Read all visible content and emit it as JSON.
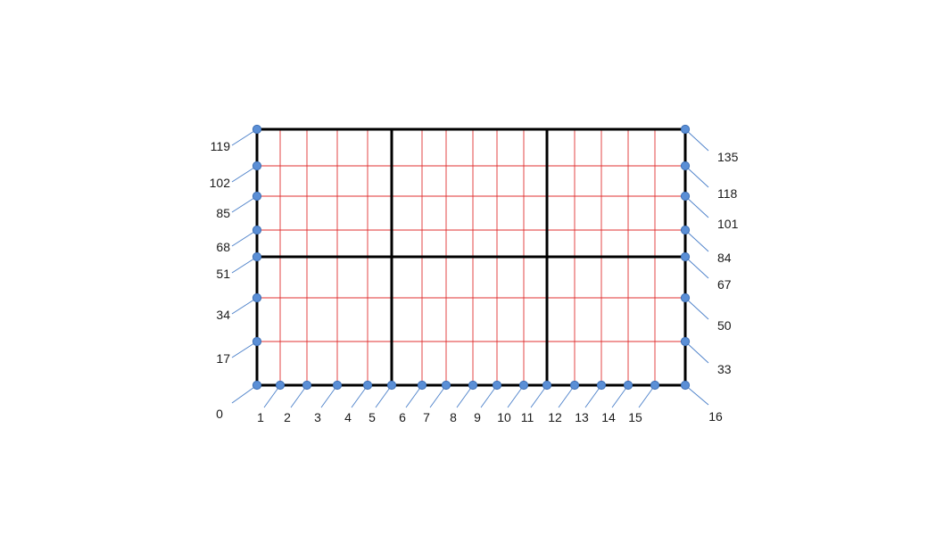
{
  "diagram": {
    "colors": {
      "background": "#ffffff",
      "fine_grid": "#e03030",
      "coarse_grid": "#000000",
      "node_fill": "#5b8fd6",
      "node_stroke": "#3d6fb5",
      "leader_line": "#4a7fc9",
      "label_text": "#1a1a1a"
    },
    "bottom_labels": [
      "0",
      "1",
      "2",
      "3",
      "4",
      "5",
      "6",
      "7",
      "8",
      "9",
      "10",
      "11",
      "12",
      "13",
      "14",
      "15",
      "16"
    ],
    "left_labels": [
      "17",
      "34",
      "51",
      "68",
      "85",
      "102",
      "119"
    ],
    "right_labels": [
      "33",
      "50",
      "67",
      "84",
      "101",
      "118",
      "135"
    ]
  }
}
